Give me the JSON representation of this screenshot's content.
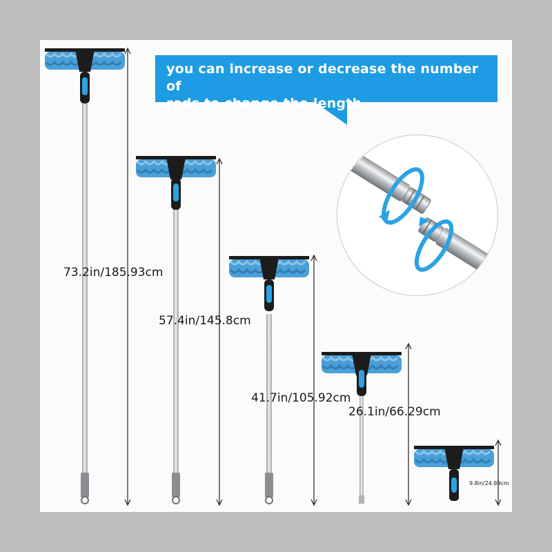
{
  "callout": {
    "line1": "you can increase or decrease the number of",
    "line2": "rods to change the length"
  },
  "lengths": [
    {
      "label": "73.2in/185.93cm"
    },
    {
      "label": "57.4in/145.8cm"
    },
    {
      "label": "41.7in/105.92cm"
    },
    {
      "label": "26.1in/66.29cm"
    },
    {
      "label": "9.8in/24.89cm"
    }
  ],
  "colors": {
    "accent": "#1d9be3",
    "mop_blue": "#4a9fd6",
    "handle_black": "#1c1c1c",
    "pole_silver": "#c9ccd0",
    "grip_gray": "#8a8d91"
  }
}
